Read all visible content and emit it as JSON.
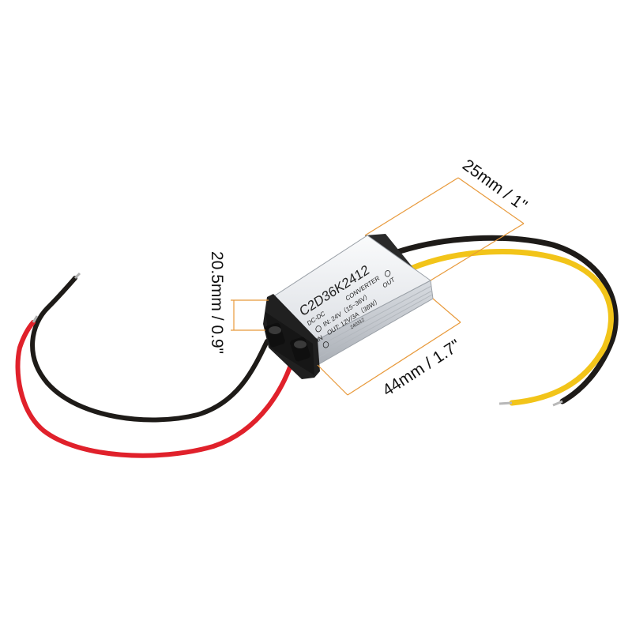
{
  "product": {
    "model": "C2D36K2412",
    "type_left": "DC-DC",
    "type_right": "CONVERTER",
    "in_spec": "IN: 24V（15~36V）",
    "out_spec": "OUT: 12V/3A（36W）",
    "in_label": "IN",
    "out_label": "OUT",
    "batch": "240312"
  },
  "dimensions": {
    "width": "25mm / 1\"",
    "height": "20.5mm / 0.9\"",
    "length": "44mm / 1.7\""
  },
  "colors": {
    "dimension_line": "#e8993a",
    "wire_red": "#e0212b",
    "wire_black": "#1e1b18",
    "wire_yellow": "#f2c419",
    "housing": "#e4e6ea",
    "end_cap": "#202020"
  }
}
